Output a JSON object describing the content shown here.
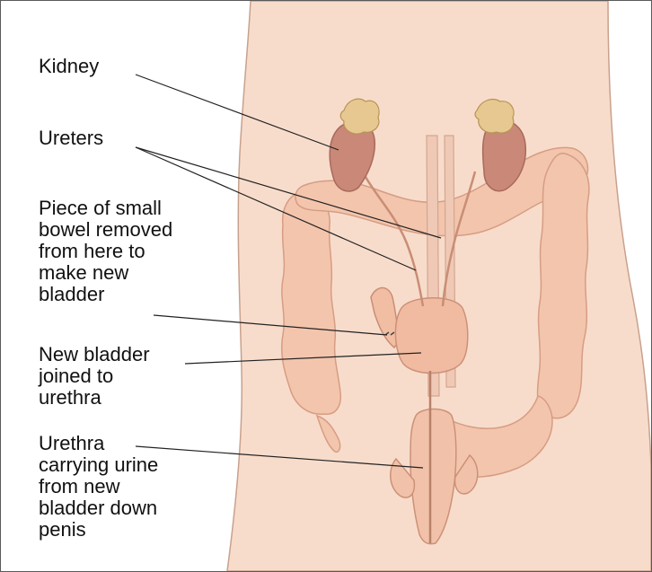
{
  "labels": {
    "kidney": "Kidney",
    "ureters": "Ureters",
    "bowel_piece": "Piece of small\nbowel removed\nfrom here to\nmake new\nbladder",
    "new_bladder": "New bladder\njoined to\nurethra",
    "urethra": "Urethra\ncarrying urine\nfrom new\nbladder down\npenis"
  },
  "colors": {
    "skin": "#f8dccb",
    "skin_outline": "#c8a18d",
    "bowel": "#f3c5ad",
    "bowel_outline": "#d69d83",
    "kidney": "#c98878",
    "adrenal": "#e7c890",
    "vessel": "#f0c9b6",
    "leader_line": "#222222"
  }
}
